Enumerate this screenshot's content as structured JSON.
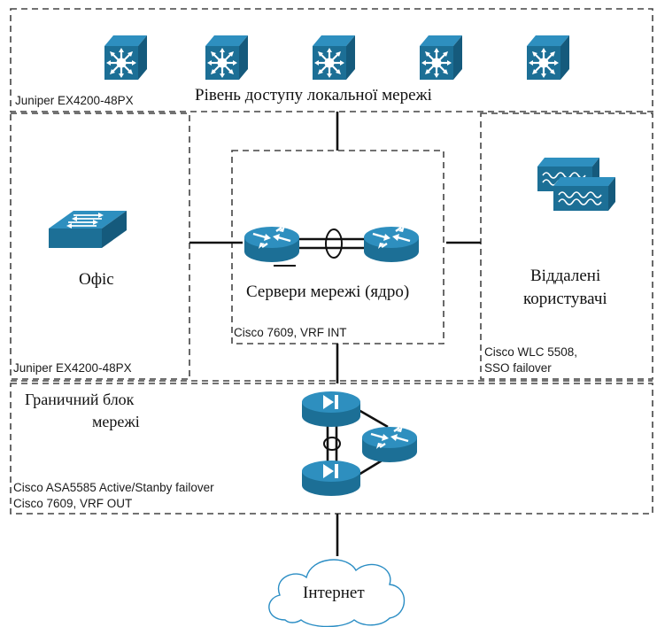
{
  "colors": {
    "device_fill": "#1c6f96",
    "device_top": "#2e8fbf",
    "device_glyph": "#ffffff",
    "line": "#111111",
    "dash": "#444444"
  },
  "zones": {
    "access": {
      "title": "Рівень доступу локальної мережі",
      "device_label": "Juniper EX4200-48PX",
      "icons": [
        "l3-switch-icon",
        "l3-switch-icon",
        "l3-switch-icon",
        "l3-switch-icon",
        "l3-switch-icon"
      ]
    },
    "office": {
      "title": "Офіс",
      "device_label": "Juniper EX4200-48PX",
      "icon": "workgroup-switch-icon"
    },
    "core": {
      "title": "Сервери мережі (ядро)",
      "device_label": "Cisco 7609, VRF INT",
      "icons": [
        "router-icon",
        "router-icon"
      ]
    },
    "remote": {
      "title_line1": "Віддалені",
      "title_line2": "користувачі",
      "device_label_line1": "Cisco WLC 5508,",
      "device_label_line2": "SSO failover",
      "icon": "wireless-controller-icon"
    },
    "edge": {
      "title_line1": "Граничний блок",
      "title_line2": "мережі",
      "device_label_line1": "Cisco ASA5585 Active/Stanby failover",
      "device_label_line2": "Cisco 7609, VRF OUT",
      "icons": [
        "firewall-icon",
        "firewall-icon",
        "router-icon"
      ]
    },
    "internet": {
      "title": "Інтернет",
      "icon": "cloud-icon"
    }
  }
}
